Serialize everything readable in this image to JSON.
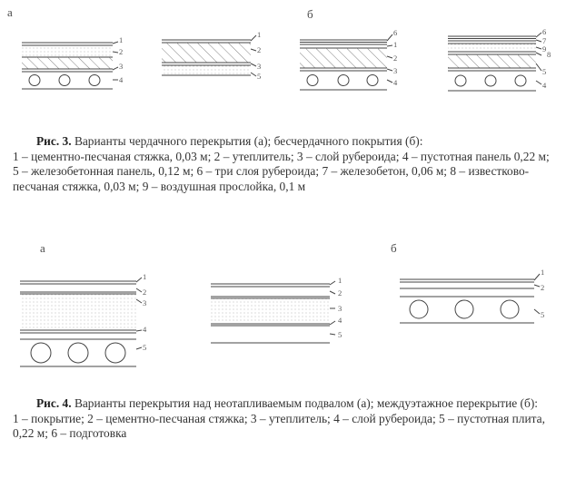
{
  "figure3": {
    "panel_a": "а",
    "panel_b": "б",
    "caption_label": "Рис. 3.",
    "caption_title": "Варианты чердачного перекрытия (а); бесчердачного покрытия (б):",
    "legend": "1 – цементно-песчаная стяжка, 0,03 м; 2 – утеплитель; 3 – слой рубероида; 4 – пустотная панель 0,22 м; 5 – железобетонная панель, 0,12 м; 6 – три слоя рубероида; 7 – железобетон, 0,06 м; 8 – известково-песчаная стяжка, 0,03 м; 9 – воздушная прослойка, 0,1 м",
    "labels": {
      "d1": [
        "1",
        "2",
        "3",
        "4"
      ],
      "d2": [
        "1",
        "2",
        "3",
        "5"
      ],
      "d3": [
        "6",
        "1",
        "2",
        "3",
        "4"
      ],
      "d4": [
        "6",
        "7",
        "9",
        "8",
        "5",
        "4"
      ]
    }
  },
  "figure4": {
    "panel_a": "а",
    "panel_b": "б",
    "caption_label": "Рис. 4.",
    "caption_title": "Варианты перекрытия над неотапливаемым подвалом (а); междуэтажное перекрытие (б):",
    "legend": "1 – покрытие; 2 – цементно-песчаная стяжка; 3 – утеплитель; 4 – слой рубероида; 5 – пустотная плита, 0,22 м; 6 – подготовка",
    "labels": {
      "d1": [
        "1",
        "2",
        "3",
        "4",
        "5"
      ],
      "d2": [
        "1",
        "2",
        "3",
        "4",
        "5"
      ],
      "d3": [
        "1",
        "2",
        "5"
      ]
    }
  }
}
